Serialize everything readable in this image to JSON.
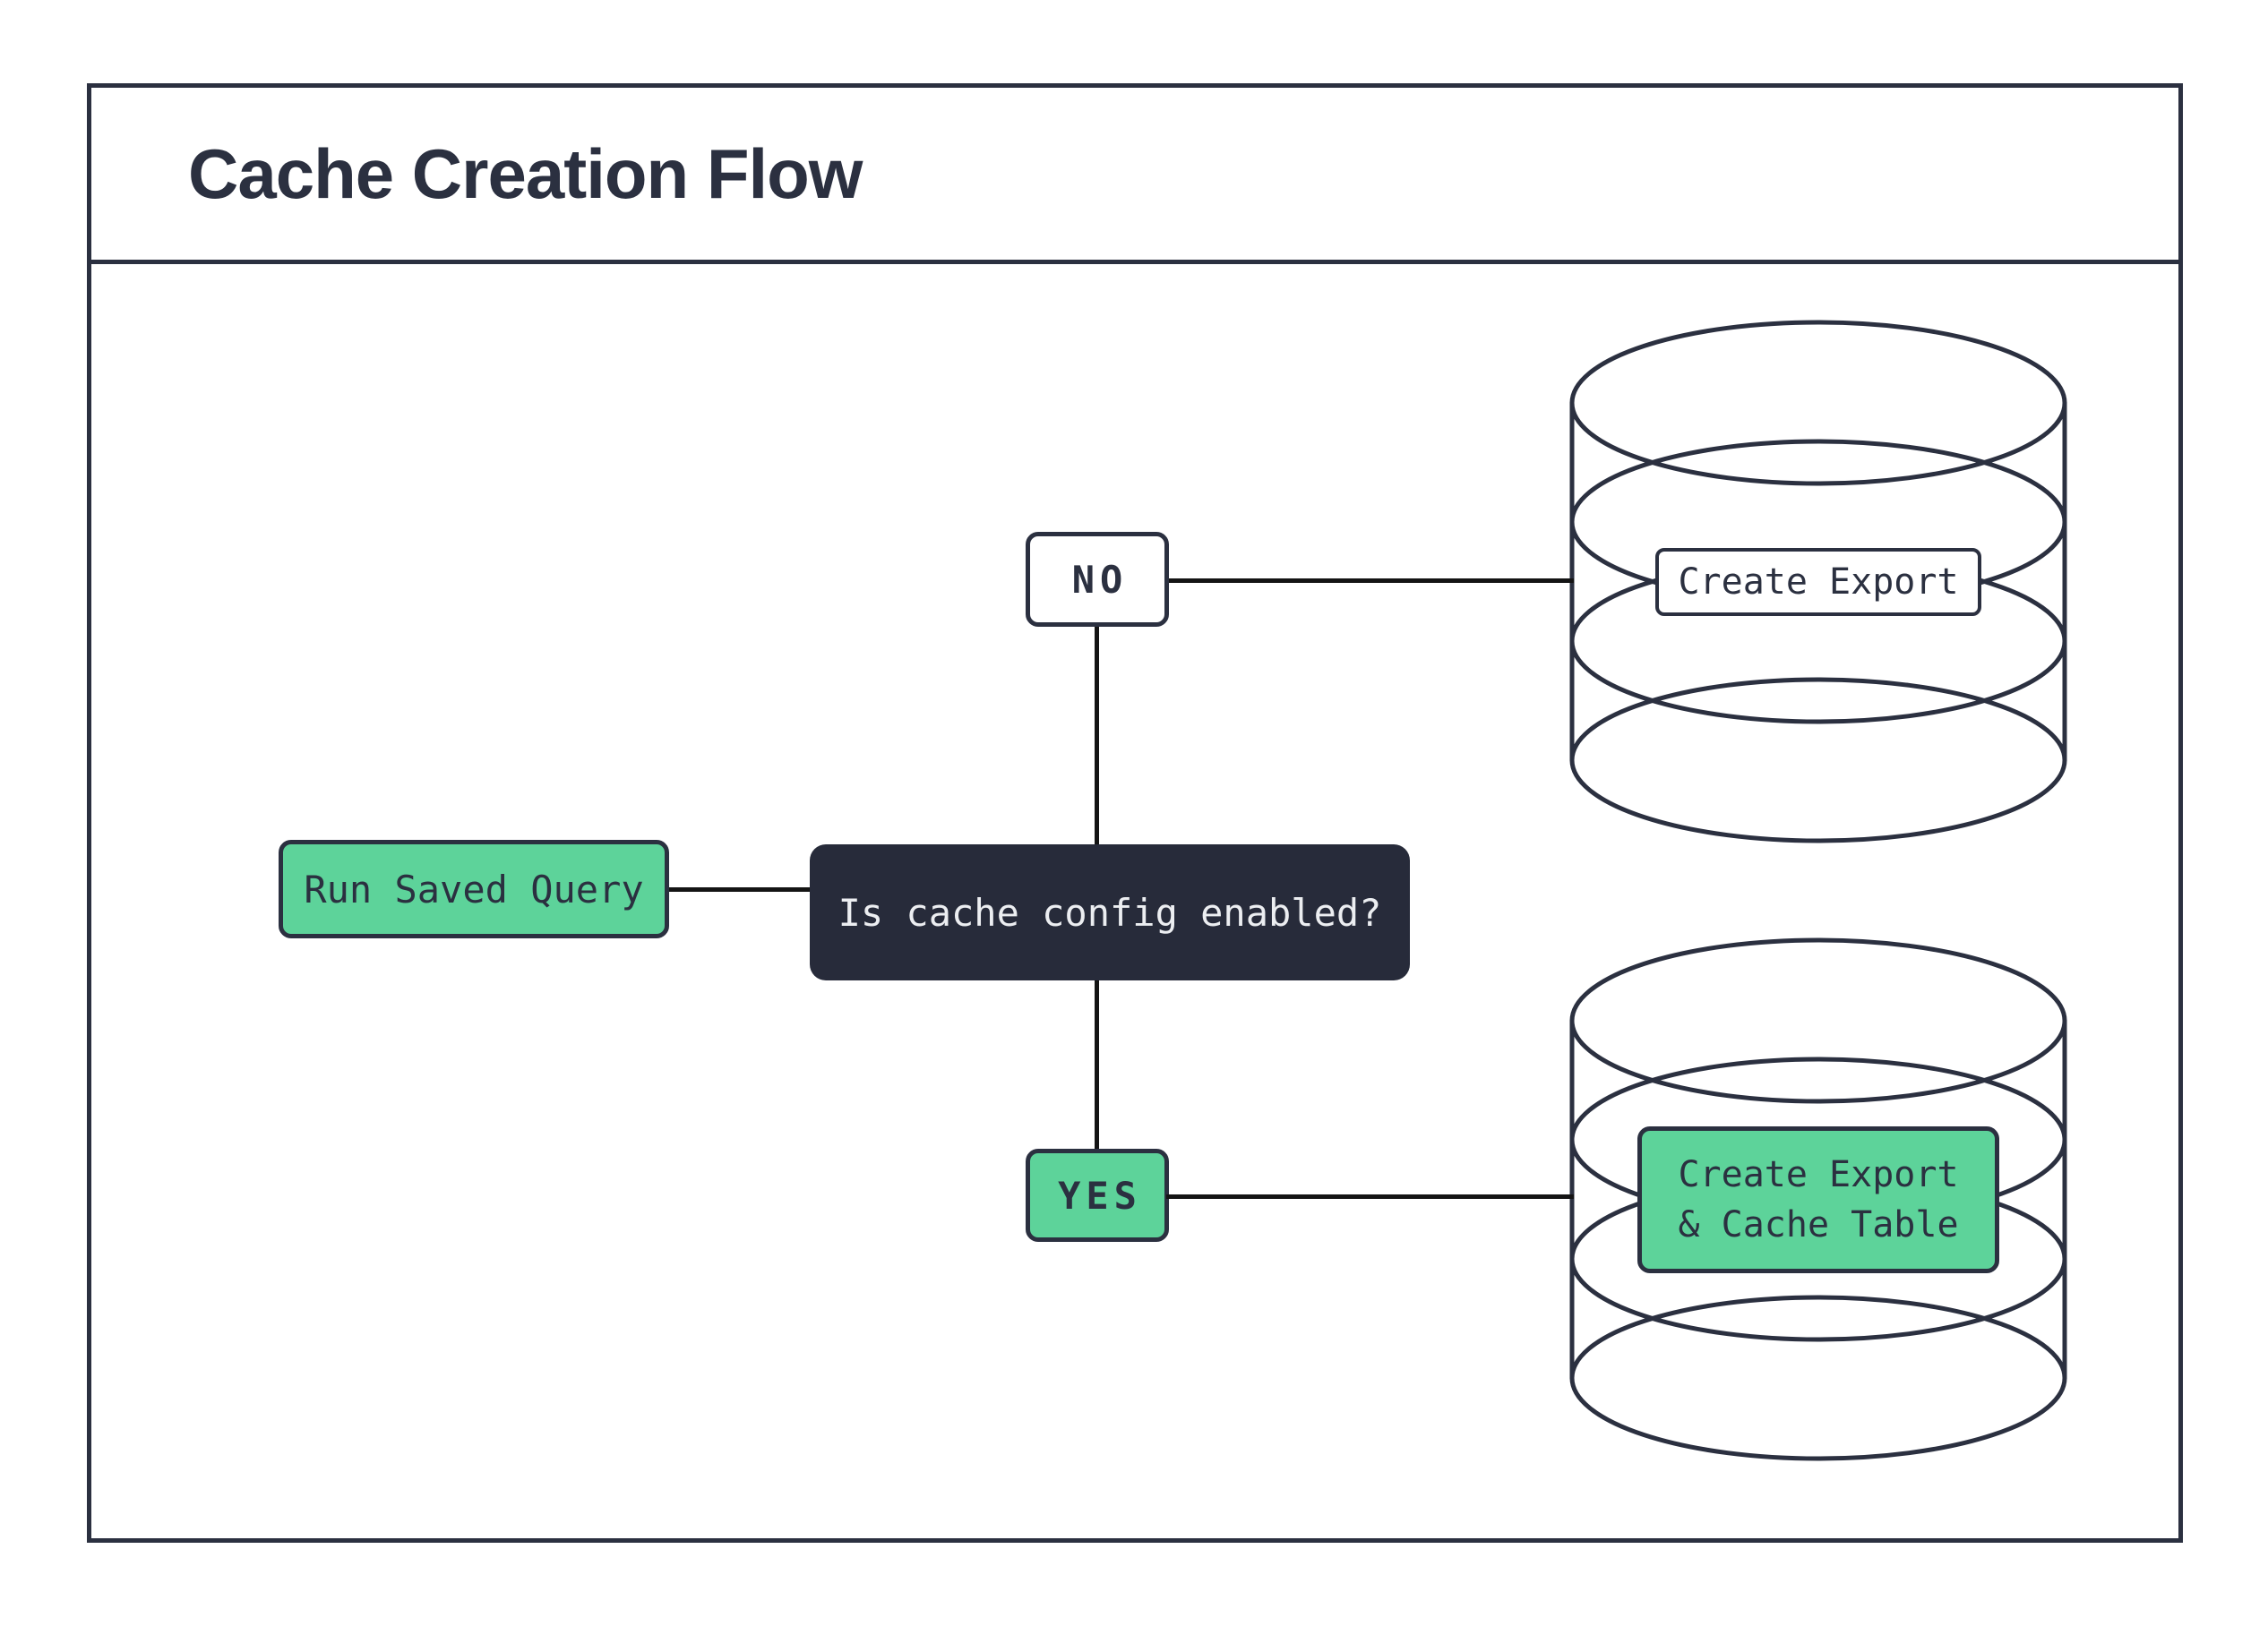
{
  "title": "Cache Creation Flow",
  "nodes": {
    "start": "Run Saved Query",
    "decision": "Is cache config enabled?",
    "no_label": "NO",
    "yes_label": "YES",
    "no_action": "Create Export",
    "yes_action_line1": "Create Export",
    "yes_action_line2": "& Cache Table"
  },
  "icons": {
    "no_branch_target": "database-icon",
    "yes_branch_target": "database-icon"
  },
  "colors": {
    "ink": "#2b3040",
    "green": "#5dd39a",
    "dark_node_bg": "#272b3a",
    "dark_node_text": "#eceef1",
    "connector": "#141414",
    "background": "#ffffff"
  }
}
